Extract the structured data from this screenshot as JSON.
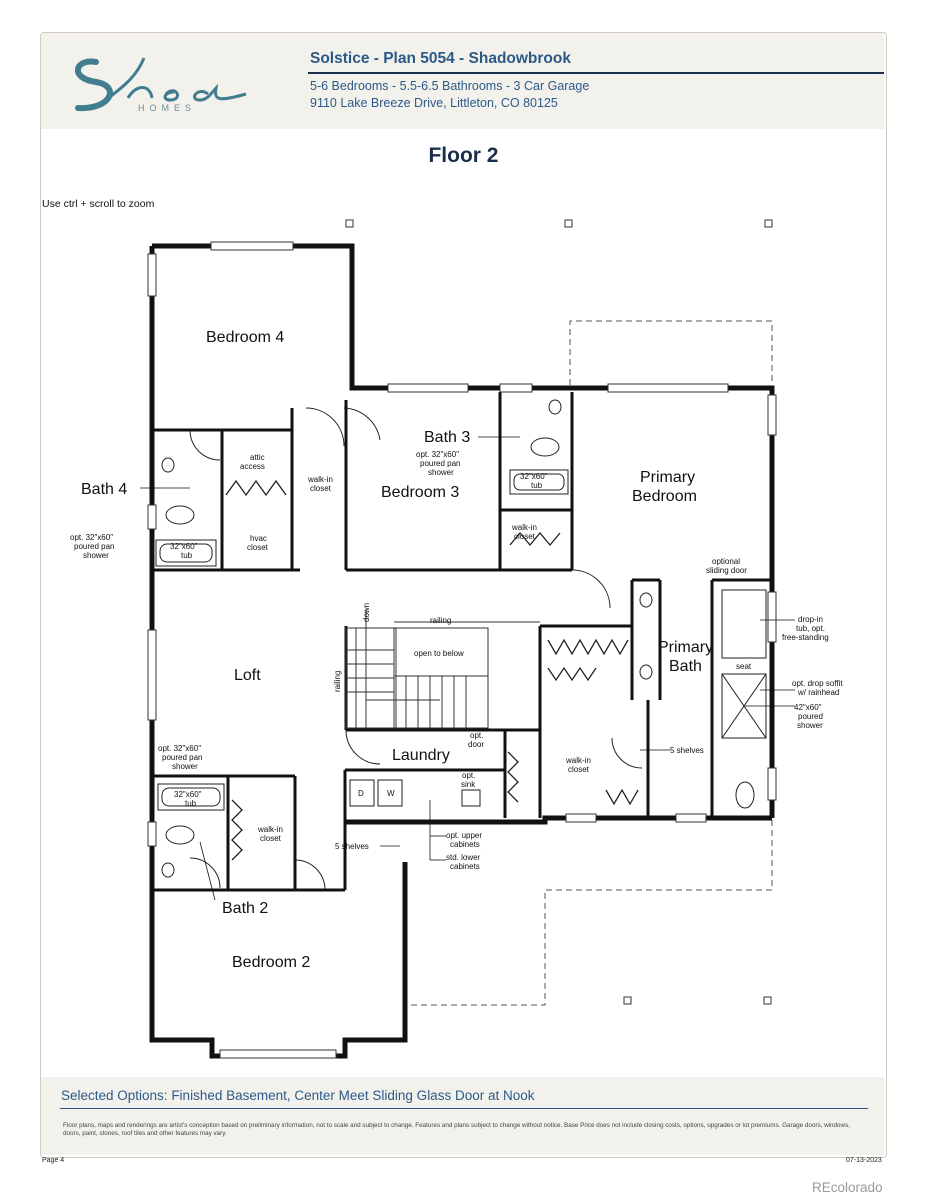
{
  "header": {
    "title": "Solstice - Plan 5054 - Shadowbrook",
    "line1": "5-6 Bedrooms - 5.5-6.5 Bathrooms - 3 Car Garage",
    "line2": "9110 Lake Breeze Drive, Littleton, CO 80125",
    "logo_text": "Shea",
    "logo_sub": "HOMES"
  },
  "floor_title": "Floor 2",
  "zoom_hint": "Use ctrl + scroll to zoom",
  "rooms": {
    "bedroom4": "Bedroom 4",
    "bath3": "Bath 3",
    "bedroom3": "Bedroom 3",
    "primary_bedroom_l1": "Primary",
    "primary_bedroom_l2": "Bedroom",
    "bath4": "Bath 4",
    "loft": "Loft",
    "laundry": "Laundry",
    "primary_bath_l1": "Primary",
    "primary_bath_l2": "Bath",
    "bath2": "Bath 2",
    "bedroom2": "Bedroom 2"
  },
  "notes": {
    "attic_l1": "attic",
    "attic_l2": "access",
    "walkin_l1": "walk-in",
    "walkin_l2": "closet",
    "hvac_l1": "hvac",
    "hvac_l2": "closet",
    "shower_l1": "opt. 32\"x60\"",
    "shower_l2": "poured pan",
    "shower_l3": "shower",
    "tub": "32\"x60\"",
    "tub_word": "tub",
    "down": "down",
    "railing": "railing",
    "open_to_below": "open to below",
    "opt_door_l1": "opt.",
    "opt_door_l2": "door",
    "opt_sink_l1": "opt.",
    "opt_sink_l2": "sink",
    "d": "D",
    "w": "W",
    "five_shelves": "5 shelves",
    "opt_upper_l1": "opt. upper",
    "opt_upper_l2": "cabinets",
    "std_lower_l1": "std. lower",
    "std_lower_l2": "cabinets",
    "sliding_l1": "optional",
    "sliding_l2": "sliding door",
    "dropin_l1": "drop-in",
    "dropin_l2": "tub, opt.",
    "dropin_l3": "free-standing",
    "seat": "seat",
    "soffit_l1": "opt. drop soffit",
    "soffit_l2": "w/ rainhead",
    "shower42_l1": "42\"x60\"",
    "shower42_l2": "poured",
    "shower42_l3": "shower"
  },
  "footer": {
    "selected_options": "Selected Options: Finished Basement, Center Meet Sliding Glass Door at Nook",
    "disclaimer": "Floor plans, maps and renderings are artist's conception based on preliminary information, not to scale and subject to change. Features and plans subject to change without notice. Base Price does not include closing costs, options, upgrades or lot premiums. Garage doors, windows, doors, paint, stones, roof tiles and other features may vary.",
    "page": "Page 4",
    "date": "07-13-2023"
  },
  "watermark": "REcolorado",
  "colors": {
    "brand_blue": "#2c5a88",
    "navy": "#1b2f4d",
    "logo_teal": "#3f7d8f",
    "band": "#f3f1ec"
  }
}
